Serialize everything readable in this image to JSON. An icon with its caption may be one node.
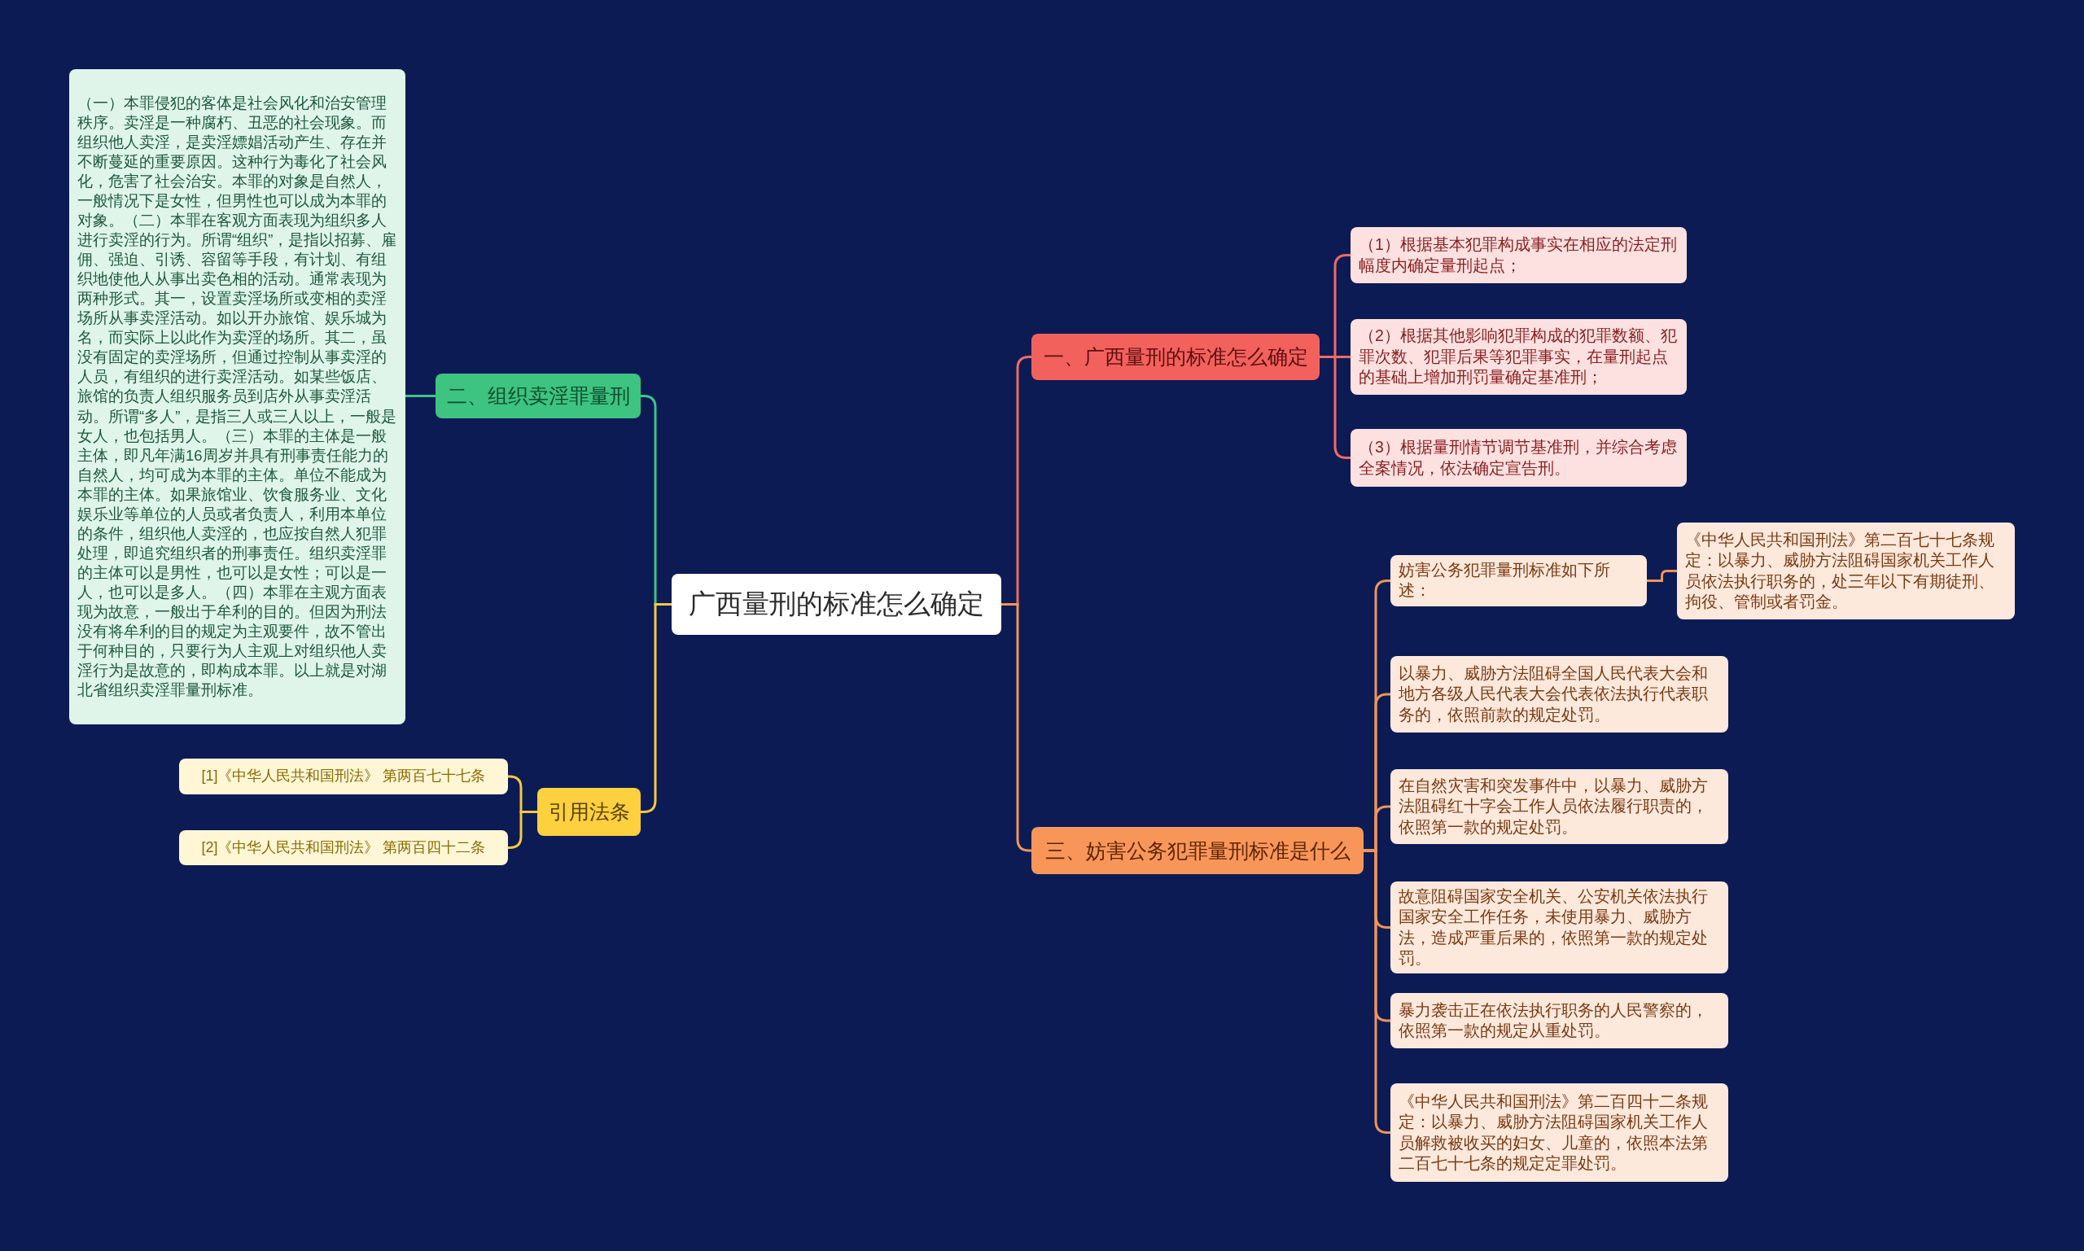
{
  "diagram": {
    "nodes": [
      {
        "text": [
          "广西量刑的标准怎么确定"
        ]
      },
      {
        "text": [
          "一、广西量刑的标准怎么确定"
        ]
      },
      {
        "text": [
          "（1）根据基本犯罪构成事实在相应的法定刑幅度内确定量刑起点；"
        ]
      },
      {
        "text": [
          "（2）根据其他影响犯罪构成的犯罪数额、犯罪次数、犯罪后果等犯罪事实，在量刑起点的基础上增加刑罚量确定基准刑；"
        ]
      },
      {
        "text": [
          "（3）根据量刑情节调节基准刑，并综合考虑全案情况，依法确定宣告刑。"
        ]
      },
      {
        "text": [
          "二、组织卖淫罪量刑"
        ]
      },
      {
        "text": [
          "（一）本罪侵犯的客体是社会风化和治安管理秩序。卖淫是一种腐朽、丑恶的社会现象。而组织他人卖淫，是卖淫嫖娼活动产生、存在并不断蔓延的重要原因。这种行为毒化了社会风化，危害了社会治安。本罪的对象是自然人，一般情况下是女性，但男性也可以成为本罪的对象。（二）本罪在客观方面表现为组织多人进行卖淫的行为。所谓“组织”，是指以招募、雇佣、强迫、引诱、容留等手段，有计划、有组织地使他人从事出卖色相的活动。通常表现为两种形式。其一，设置卖淫场所或变相的卖淫场所从事卖淫活动。如以开办旅馆、娱乐城为名，而实际上以此作为卖淫的场所。其二，虽没有固定的卖淫场所，但通过控制从事卖淫的人员，有组织的进行卖淫活动。如某些饭店、旅馆的负责人组织服务员到店外从事卖淫活动。所谓“多人”，是指三人或三人以上，一般是女人，也包括男人。（三）本罪的主体是一般主体，即凡年满16周岁并具有刑事责任能力的自然人，均可成为本罪的主体。单位不能成为本罪的主体。如果旅馆业、饮食服务业、文化娱乐业等单位的人员或者负责人，利用本单位的条件，组织他人卖淫的，也应按自然人犯罪处理，即追究组织者的刑事责任。组织卖淫罪的主体可以是男性，也可以是女性；可以是一人，也可以是多人。（四）本罪在主观方面表现为故意，一般出于牟利的目的。但因为刑法没有将牟利的目的规定为主观要件，故不管出于何种目的，只要行为人主观上对组织他人卖淫行为是故意的，即构成本罪。以上就是对湖北省组织卖淫罪量刑标准。"
        ]
      },
      {
        "text": [
          "引用法条"
        ]
      },
      {
        "text": [
          "[1]《中华人民共和国刑法》 第两百七十七条"
        ]
      },
      {
        "text": [
          "[2]《中华人民共和国刑法》 第两百四十二条"
        ]
      },
      {
        "text": [
          "三、妨害公务犯罪量刑标准是什么"
        ]
      },
      {
        "text": [
          "妨害公务犯罪量刑标准如下所述："
        ]
      },
      {
        "text": [
          "《中华人民共和国刑法》第二百七十七条规定：以暴力、威胁方法阻碍国家机关工作人员依法执行职务的，处三年以下有期徒刑、拘役、管制或者罚金。"
        ]
      },
      {
        "text": [
          "以暴力、威胁方法阻碍全国人民代表大会和地方各级人民代表大会代表依法执行代表职务的，依照前款的规定处罚。"
        ]
      },
      {
        "text": [
          "在自然灾害和突发事件中，以暴力、威胁方法阻碍红十字会工作人员依法履行职责的，依照第一款的规定处罚。"
        ]
      },
      {
        "text": [
          "故意阻碍国家安全机关、公安机关依法执行国家安全工作任务，未使用暴力、威胁方法，造成严重后果的，依照第一款的规定处罚。"
        ]
      },
      {
        "text": [
          "暴力袭击正在依法执行职务的人民警察的，依照第一款的规定从重处罚。"
        ]
      },
      {
        "text": [
          "《中华人民共和国刑法》第二百四十二条规定：以暴力、威胁方法阻碍国家机关工作人员解救被收买的妇女、儿童的，依照本法第二百七十七条的规定定罪处罚。"
        ]
      }
    ],
    "edges": [
      {
        "from": 0,
        "to": 1,
        "arrow": "none",
        "color": "#ef6b62"
      },
      {
        "from": 1,
        "to": 2,
        "arrow": "none",
        "color": "#ef6b62"
      },
      {
        "from": 1,
        "to": 3,
        "arrow": "none",
        "color": "#ef6b62"
      },
      {
        "from": 1,
        "to": 4,
        "arrow": "none",
        "color": "#ef6b62"
      },
      {
        "from": 0,
        "to": 5,
        "arrow": "none",
        "color": "#3fc38a"
      },
      {
        "from": 5,
        "to": 6,
        "arrow": "none",
        "color": "#3fc38a"
      },
      {
        "from": 0,
        "to": 7,
        "arrow": "none",
        "color": "#f5c842"
      },
      {
        "from": 7,
        "to": 8,
        "arrow": "none",
        "color": "#f5c842"
      },
      {
        "from": 7,
        "to": 9,
        "arrow": "none",
        "color": "#f5c842"
      },
      {
        "from": 0,
        "to": 10,
        "arrow": "none",
        "color": "#f0955a"
      },
      {
        "from": 10,
        "to": 11,
        "arrow": "none",
        "color": "#f0955a"
      },
      {
        "from": 11,
        "to": 12,
        "arrow": "none",
        "color": "#f0955a"
      },
      {
        "from": 10,
        "to": 13,
        "arrow": "none",
        "color": "#f0955a"
      },
      {
        "from": 10,
        "to": 14,
        "arrow": "none",
        "color": "#f0955a"
      },
      {
        "from": 10,
        "to": 15,
        "arrow": "none",
        "color": "#f0955a"
      },
      {
        "from": 10,
        "to": 16,
        "arrow": "none",
        "color": "#f0955a"
      },
      {
        "from": 10,
        "to": 17,
        "arrow": "none",
        "color": "#f0955a"
      }
    ]
  }
}
